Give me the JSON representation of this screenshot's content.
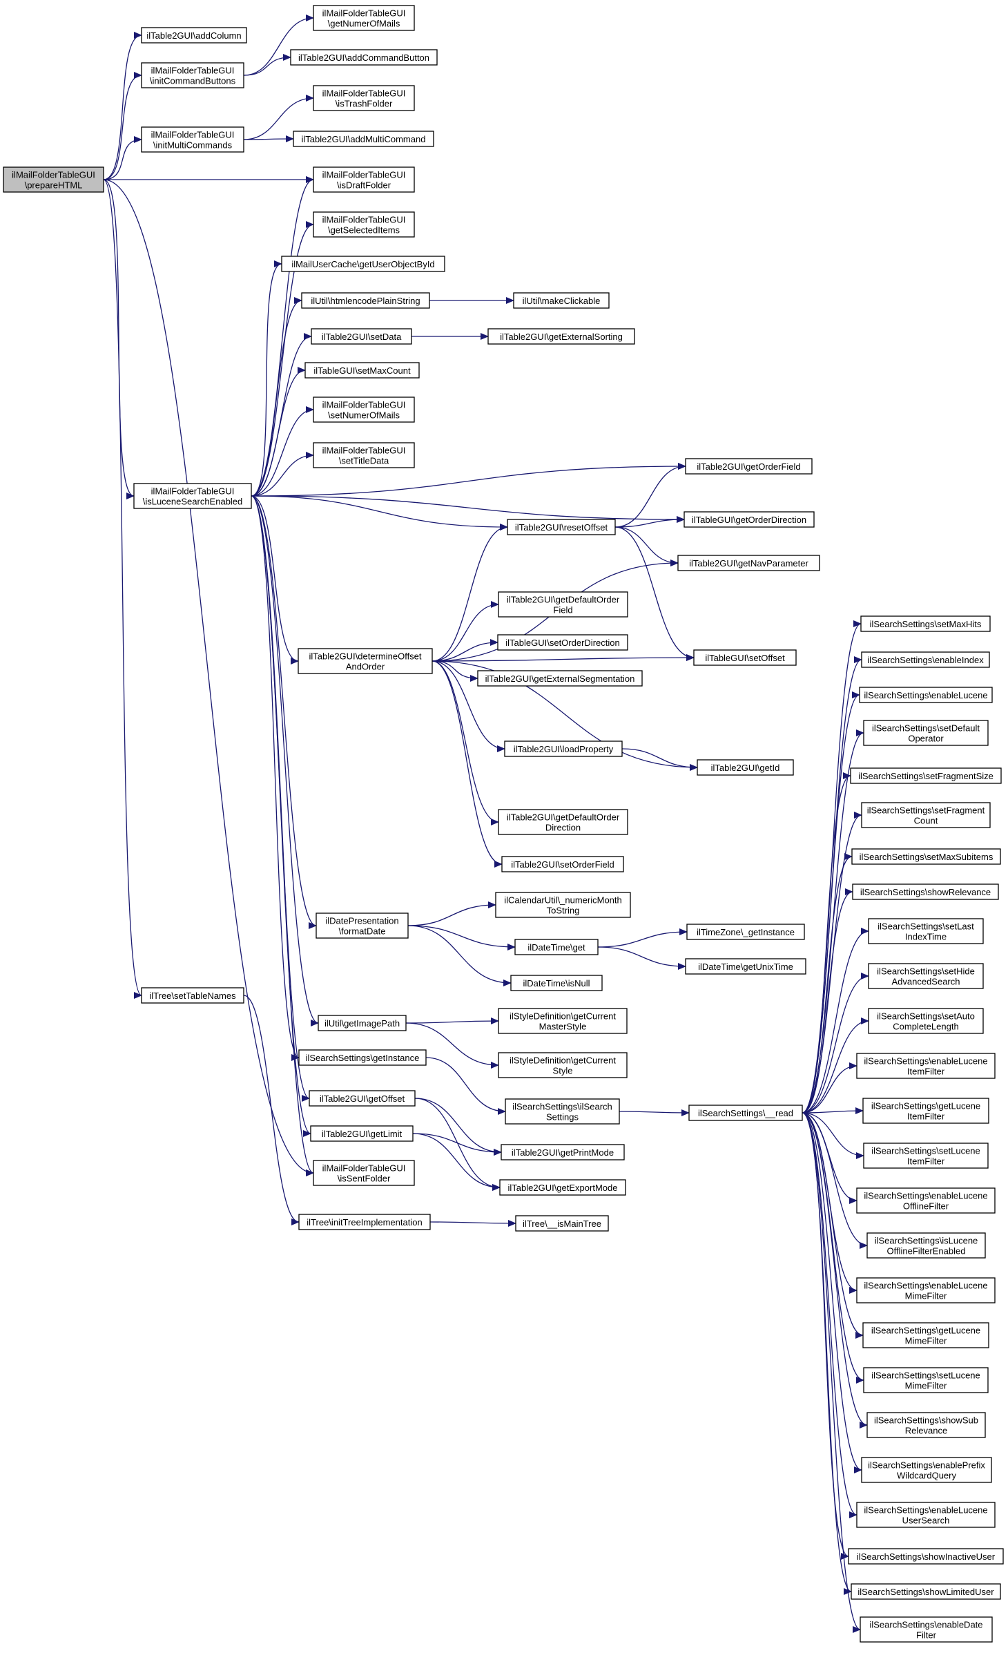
{
  "diagram": {
    "type": "call-graph",
    "edge_color": "#191970",
    "root_fill": "#bfbfbf",
    "node_fill": "#ffffff",
    "nodes": [
      {
        "id": "prepare",
        "lines": [
          "ilMailFolderTableGUI",
          "\\prepareHTML"
        ],
        "root": true
      },
      {
        "id": "addColumn",
        "lines": [
          "ilTable2GUI\\addColumn"
        ]
      },
      {
        "id": "initCmdBtn",
        "lines": [
          "ilMailFolderTableGUI",
          "\\initCommandButtons"
        ]
      },
      {
        "id": "getNumerOfMails",
        "lines": [
          "ilMailFolderTableGUI",
          "\\getNumerOfMails"
        ]
      },
      {
        "id": "addCmdBtn",
        "lines": [
          "ilTable2GUI\\addCommandButton"
        ]
      },
      {
        "id": "initMulti",
        "lines": [
          "ilMailFolderTableGUI",
          "\\initMultiCommands"
        ]
      },
      {
        "id": "isTrash",
        "lines": [
          "ilMailFolderTableGUI",
          "\\isTrashFolder"
        ]
      },
      {
        "id": "addMulti",
        "lines": [
          "ilTable2GUI\\addMultiCommand"
        ]
      },
      {
        "id": "isDraft",
        "lines": [
          "ilMailFolderTableGUI",
          "\\isDraftFolder"
        ]
      },
      {
        "id": "getSelected",
        "lines": [
          "ilMailFolderTableGUI",
          "\\getSelectedItems"
        ]
      },
      {
        "id": "userCache",
        "lines": [
          "ilMailUserCache\\getUserObjectById"
        ]
      },
      {
        "id": "htmlenc",
        "lines": [
          "ilUtil\\htmlencodePlainString"
        ]
      },
      {
        "id": "makeClick",
        "lines": [
          "ilUtil\\makeClickable"
        ]
      },
      {
        "id": "setData",
        "lines": [
          "ilTable2GUI\\setData"
        ]
      },
      {
        "id": "getExtSort",
        "lines": [
          "ilTable2GUI\\getExternalSorting"
        ]
      },
      {
        "id": "setMaxCount",
        "lines": [
          "ilTableGUI\\setMaxCount"
        ]
      },
      {
        "id": "setNumerOfMails",
        "lines": [
          "ilMailFolderTableGUI",
          "\\setNumerOfMails"
        ]
      },
      {
        "id": "setTitleData",
        "lines": [
          "ilMailFolderTableGUI",
          "\\setTitleData"
        ]
      },
      {
        "id": "isLucene",
        "lines": [
          "ilMailFolderTableGUI",
          "\\isLuceneSearchEnabled"
        ]
      },
      {
        "id": "getOrderField",
        "lines": [
          "ilTable2GUI\\getOrderField"
        ]
      },
      {
        "id": "getOrderDir",
        "lines": [
          "ilTableGUI\\getOrderDirection"
        ]
      },
      {
        "id": "resetOffset",
        "lines": [
          "ilTable2GUI\\resetOffset"
        ]
      },
      {
        "id": "getNavParam",
        "lines": [
          "ilTable2GUI\\getNavParameter"
        ]
      },
      {
        "id": "getDefOrderField",
        "lines": [
          "ilTable2GUI\\getDefaultOrder",
          "Field"
        ]
      },
      {
        "id": "setOrderDir",
        "lines": [
          "ilTableGUI\\setOrderDirection"
        ]
      },
      {
        "id": "setOffset",
        "lines": [
          "ilTableGUI\\setOffset"
        ]
      },
      {
        "id": "determine",
        "lines": [
          "ilTable2GUI\\determineOffset",
          "AndOrder"
        ]
      },
      {
        "id": "getExtSeg",
        "lines": [
          "ilTable2GUI\\getExternalSegmentation"
        ]
      },
      {
        "id": "loadProp",
        "lines": [
          "ilTable2GUI\\loadProperty"
        ]
      },
      {
        "id": "getId",
        "lines": [
          "ilTable2GUI\\getId"
        ]
      },
      {
        "id": "getDefOrderDir",
        "lines": [
          "ilTable2GUI\\getDefaultOrder",
          "Direction"
        ]
      },
      {
        "id": "setOrderField",
        "lines": [
          "ilTable2GUI\\setOrderField"
        ]
      },
      {
        "id": "numMonth",
        "lines": [
          "ilCalendarUtil\\_numericMonth",
          "ToString"
        ]
      },
      {
        "id": "formatDate",
        "lines": [
          "ilDatePresentation",
          "\\formatDate"
        ]
      },
      {
        "id": "dtGet",
        "lines": [
          "ilDateTime\\get"
        ]
      },
      {
        "id": "tzInst",
        "lines": [
          "ilTimeZone\\_getInstance"
        ]
      },
      {
        "id": "unixTime",
        "lines": [
          "ilDateTime\\getUnixTime"
        ]
      },
      {
        "id": "isNull",
        "lines": [
          "ilDateTime\\isNull"
        ]
      },
      {
        "id": "setTableNames",
        "lines": [
          "ilTree\\setTableNames"
        ]
      },
      {
        "id": "getImagePath",
        "lines": [
          "ilUtil\\getImagePath"
        ]
      },
      {
        "id": "curMaster",
        "lines": [
          "ilStyleDefinition\\getCurrent",
          "MasterStyle"
        ]
      },
      {
        "id": "curStyle",
        "lines": [
          "ilStyleDefinition\\getCurrent",
          "Style"
        ]
      },
      {
        "id": "ssGetInst",
        "lines": [
          "ilSearchSettings\\getInstance"
        ]
      },
      {
        "id": "ssCtor",
        "lines": [
          "ilSearchSettings\\ilSearch",
          "Settings"
        ]
      },
      {
        "id": "ssRead",
        "lines": [
          "ilSearchSettings\\__read"
        ]
      },
      {
        "id": "getOffset",
        "lines": [
          "ilTable2GUI\\getOffset"
        ]
      },
      {
        "id": "getLimit",
        "lines": [
          "ilTable2GUI\\getLimit"
        ]
      },
      {
        "id": "getPrint",
        "lines": [
          "ilTable2GUI\\getPrintMode"
        ]
      },
      {
        "id": "isSent",
        "lines": [
          "ilMailFolderTableGUI",
          "\\isSentFolder"
        ]
      },
      {
        "id": "getExport",
        "lines": [
          "ilTable2GUI\\getExportMode"
        ]
      },
      {
        "id": "initTree",
        "lines": [
          "ilTree\\initTreeImplementation"
        ]
      },
      {
        "id": "isMainTree",
        "lines": [
          "ilTree\\__isMainTree"
        ]
      },
      {
        "id": "s1",
        "lines": [
          "ilSearchSettings\\setMaxHits"
        ]
      },
      {
        "id": "s2",
        "lines": [
          "ilSearchSettings\\enableIndex"
        ]
      },
      {
        "id": "s3",
        "lines": [
          "ilSearchSettings\\enableLucene"
        ]
      },
      {
        "id": "s4",
        "lines": [
          "ilSearchSettings\\setDefault",
          "Operator"
        ]
      },
      {
        "id": "s5",
        "lines": [
          "ilSearchSettings\\setFragmentSize"
        ]
      },
      {
        "id": "s6",
        "lines": [
          "ilSearchSettings\\setFragment",
          "Count"
        ]
      },
      {
        "id": "s7",
        "lines": [
          "ilSearchSettings\\setMaxSubitems"
        ]
      },
      {
        "id": "s8",
        "lines": [
          "ilSearchSettings\\showRelevance"
        ]
      },
      {
        "id": "s9",
        "lines": [
          "ilSearchSettings\\setLast",
          "IndexTime"
        ]
      },
      {
        "id": "s10",
        "lines": [
          "ilSearchSettings\\setHide",
          "AdvancedSearch"
        ]
      },
      {
        "id": "s11",
        "lines": [
          "ilSearchSettings\\setAuto",
          "CompleteLength"
        ]
      },
      {
        "id": "s12",
        "lines": [
          "ilSearchSettings\\enableLucene",
          "ItemFilter"
        ]
      },
      {
        "id": "s13",
        "lines": [
          "ilSearchSettings\\getLucene",
          "ItemFilter"
        ]
      },
      {
        "id": "s14",
        "lines": [
          "ilSearchSettings\\setLucene",
          "ItemFilter"
        ]
      },
      {
        "id": "s15",
        "lines": [
          "ilSearchSettings\\enableLucene",
          "OfflineFilter"
        ]
      },
      {
        "id": "s16",
        "lines": [
          "ilSearchSettings\\isLucene",
          "OfflineFilterEnabled"
        ]
      },
      {
        "id": "s17",
        "lines": [
          "ilSearchSettings\\enableLucene",
          "MimeFilter"
        ]
      },
      {
        "id": "s18",
        "lines": [
          "ilSearchSettings\\getLucene",
          "MimeFilter"
        ]
      },
      {
        "id": "s19",
        "lines": [
          "ilSearchSettings\\setLucene",
          "MimeFilter"
        ]
      },
      {
        "id": "s20",
        "lines": [
          "ilSearchSettings\\showSub",
          "Relevance"
        ]
      },
      {
        "id": "s21",
        "lines": [
          "ilSearchSettings\\enablePrefix",
          "WildcardQuery"
        ]
      },
      {
        "id": "s22",
        "lines": [
          "ilSearchSettings\\enableLucene",
          "UserSearch"
        ]
      },
      {
        "id": "s23",
        "lines": [
          "ilSearchSettings\\showInactiveUser"
        ]
      },
      {
        "id": "s24",
        "lines": [
          "ilSearchSettings\\showLimitedUser"
        ]
      },
      {
        "id": "s25",
        "lines": [
          "ilSearchSettings\\enableDate",
          "Filter"
        ]
      }
    ],
    "edges": [
      [
        "prepare",
        "addColumn"
      ],
      [
        "prepare",
        "initCmdBtn"
      ],
      [
        "prepare",
        "initMulti"
      ],
      [
        "prepare",
        "isDraft"
      ],
      [
        "prepare",
        "isLucene"
      ],
      [
        "prepare",
        "setTableNames"
      ],
      [
        "prepare",
        "isSent"
      ],
      [
        "initCmdBtn",
        "getNumerOfMails"
      ],
      [
        "initCmdBtn",
        "addCmdBtn"
      ],
      [
        "initMulti",
        "isTrash"
      ],
      [
        "initMulti",
        "addMulti"
      ],
      [
        "isLucene",
        "isDraft"
      ],
      [
        "isLucene",
        "getSelected"
      ],
      [
        "isLucene",
        "userCache"
      ],
      [
        "isLucene",
        "htmlenc"
      ],
      [
        "isLucene",
        "setData"
      ],
      [
        "isLucene",
        "setMaxCount"
      ],
      [
        "isLucene",
        "setNumerOfMails"
      ],
      [
        "isLucene",
        "setTitleData"
      ],
      [
        "isLucene",
        "getOrderField"
      ],
      [
        "isLucene",
        "getOrderDir"
      ],
      [
        "isLucene",
        "resetOffset"
      ],
      [
        "isLucene",
        "determine"
      ],
      [
        "isLucene",
        "formatDate"
      ],
      [
        "isLucene",
        "getImagePath"
      ],
      [
        "isLucene",
        "ssGetInst"
      ],
      [
        "isLucene",
        "getOffset"
      ],
      [
        "isLucene",
        "getLimit"
      ],
      [
        "isLucene",
        "isSent"
      ],
      [
        "htmlenc",
        "makeClick"
      ],
      [
        "setData",
        "getExtSort"
      ],
      [
        "resetOffset",
        "getOrderField"
      ],
      [
        "resetOffset",
        "getOrderDir"
      ],
      [
        "resetOffset",
        "getNavParam"
      ],
      [
        "resetOffset",
        "setOffset"
      ],
      [
        "determine",
        "resetOffset"
      ],
      [
        "determine",
        "getNavParam"
      ],
      [
        "determine",
        "getDefOrderField"
      ],
      [
        "determine",
        "setOrderDir"
      ],
      [
        "determine",
        "getExtSeg"
      ],
      [
        "determine",
        "setOffset"
      ],
      [
        "determine",
        "loadProp"
      ],
      [
        "determine",
        "getId"
      ],
      [
        "determine",
        "getDefOrderDir"
      ],
      [
        "determine",
        "setOrderField"
      ],
      [
        "loadProp",
        "getId"
      ],
      [
        "formatDate",
        "numMonth"
      ],
      [
        "formatDate",
        "dtGet"
      ],
      [
        "formatDate",
        "isNull"
      ],
      [
        "dtGet",
        "tzInst"
      ],
      [
        "dtGet",
        "unixTime"
      ],
      [
        "setTableNames",
        "initTree"
      ],
      [
        "initTree",
        "isMainTree"
      ],
      [
        "getImagePath",
        "curMaster"
      ],
      [
        "getImagePath",
        "curStyle"
      ],
      [
        "ssGetInst",
        "ssCtor"
      ],
      [
        "ssCtor",
        "ssRead"
      ],
      [
        "getOffset",
        "getPrint"
      ],
      [
        "getOffset",
        "getExport"
      ],
      [
        "getLimit",
        "getPrint"
      ],
      [
        "getLimit",
        "getExport"
      ],
      [
        "ssRead",
        "s1"
      ],
      [
        "ssRead",
        "s2"
      ],
      [
        "ssRead",
        "s3"
      ],
      [
        "ssRead",
        "s4"
      ],
      [
        "ssRead",
        "s5"
      ],
      [
        "ssRead",
        "s6"
      ],
      [
        "ssRead",
        "s7"
      ],
      [
        "ssRead",
        "s8"
      ],
      [
        "ssRead",
        "s9"
      ],
      [
        "ssRead",
        "s10"
      ],
      [
        "ssRead",
        "s11"
      ],
      [
        "ssRead",
        "s12"
      ],
      [
        "ssRead",
        "s13"
      ],
      [
        "ssRead",
        "s14"
      ],
      [
        "ssRead",
        "s15"
      ],
      [
        "ssRead",
        "s16"
      ],
      [
        "ssRead",
        "s17"
      ],
      [
        "ssRead",
        "s18"
      ],
      [
        "ssRead",
        "s19"
      ],
      [
        "ssRead",
        "s20"
      ],
      [
        "ssRead",
        "s21"
      ],
      [
        "ssRead",
        "s22"
      ],
      [
        "ssRead",
        "s23"
      ],
      [
        "ssRead",
        "s24"
      ],
      [
        "ssRead",
        "s25"
      ]
    ]
  }
}
